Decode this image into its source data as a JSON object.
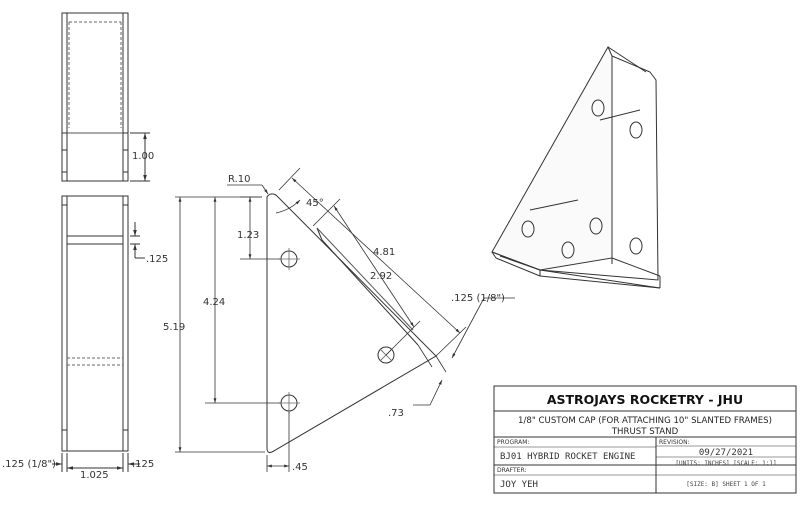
{
  "dimensions": {
    "top_height": "1.00",
    "side_thickness": ".125",
    "thickness_left": ".125 (1/8\")",
    "width_between": "1.025",
    "thickness_right": ".125",
    "radius": "R.10",
    "angle": "45°",
    "hole1_offset": "1.23",
    "diag_long": "4.81",
    "diag_mid": "2.92",
    "plate_thickness": ".125 (1/8\")",
    "height_inner": "4.24",
    "height_total": "5.19",
    "edge_73": ".73",
    "bottom_45": ".45"
  },
  "title_block": {
    "org": "ASTROJAYS ROCKETRY - JHU",
    "title_line1": "1/8\" CUSTOM CAP (FOR ATTACHING 10\" SLANTED FRAMES)",
    "title_line2": "THRUST STAND",
    "program_label": "PROGRAM:",
    "program_value": "BJ01 HYBRID ROCKET ENGINE",
    "revision_label": "REVISION:",
    "revision_value": "09/27/2021",
    "units_scale": "[UNITS: INCHES] [SCALE: 1:1]",
    "drafter_label": "DRAFTER:",
    "drafter_value": "JOY YEH",
    "size_sheet": "[SIZE: B] SHEET 1 OF 1"
  }
}
